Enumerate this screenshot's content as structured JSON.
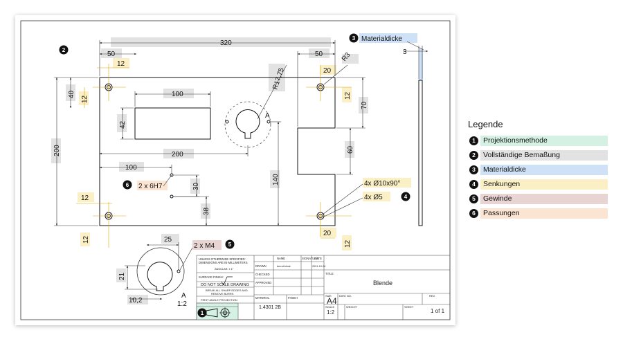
{
  "colors": {
    "green": "#d4f1e4",
    "gray": "#e2e2e2",
    "blue": "#cfe1f6",
    "yellow": "#fbefc6",
    "rose": "#e8d4d2",
    "peach": "#fbe5d2"
  },
  "markers": {
    "m1": "1",
    "m2": "2",
    "m3": "3",
    "m4": "4",
    "m5": "5",
    "m6": "6"
  },
  "dims": {
    "d320": "320",
    "d50_left": "50",
    "d50_right": "50",
    "d12_top": "12",
    "d12_left_v": "12",
    "d40": "40",
    "d100_top": "100",
    "d42": "42",
    "d200_h": "200",
    "d200_v": "200",
    "d100_mid": "100",
    "d30": "30",
    "d38": "38",
    "d140": "140",
    "d70": "70",
    "d60": "60",
    "d20_top": "20",
    "d12_right_v": "12",
    "d20_bottom": "20",
    "d12_bottom_right": "12",
    "d12_bottom_h": "12",
    "d12_bottom_v": "12",
    "r17": "R17,75",
    "r3": "R3",
    "label_a": "A",
    "thickness": "3",
    "counter_sink1": "4x Ø10x90°",
    "counter_sink2": "4x Ø5",
    "fit": "2 x 6H7",
    "thread": "2 x M4"
  },
  "detail": {
    "d25": "25",
    "d21": "21",
    "d10_2": "10,2",
    "section": "A",
    "scale": "1:2"
  },
  "callout_materialdicke": "Materialdicke",
  "title_block": {
    "note1": "UNLESS OTHERWISE SPECIFIED:",
    "note2": "DIMENSIONS ARE IN MILLIMETERS",
    "note3": "ANGULAR: ± 1°",
    "surface": "SURFACE FINISH:",
    "no_scale": "DO NOT SCALE DRAWING",
    "break1": "BREAK ALL SHARP EDGES AND",
    "break2": "REMOVE BURRS",
    "projection": "FIRST ANGLE PROJECTION",
    "col_name": "NAME",
    "col_signature": "SIGNATURE",
    "col_date": "DATE",
    "row_drawn": "DRAWN",
    "row_checked": "CHECKED",
    "row_approved": "APPROVED",
    "drawn_name": "bernd.block",
    "drawn_date": "2021-10-24",
    "material_label": "MATERIAL",
    "material": "1.4301 2B",
    "finish_label": "FINISH",
    "title_label": "TITLE:",
    "title": "Blende",
    "size_label": "SIZE",
    "size": "A4",
    "dwg_label": "DWG NO.",
    "rev_label": "REV.",
    "scale_label": "SCALE",
    "scale": "1:2",
    "weight_label": "WEIGHT",
    "sheet_label": "SHEET",
    "sheet": "1 of 1"
  },
  "legend": {
    "title": "Legende",
    "items": [
      {
        "num": "1",
        "label": "Projektionsmethode"
      },
      {
        "num": "2",
        "label": "Vollständige Bemaßung"
      },
      {
        "num": "3",
        "label": "Materialdicke"
      },
      {
        "num": "4",
        "label": "Senkungen"
      },
      {
        "num": "5",
        "label": "Gewinde"
      },
      {
        "num": "6",
        "label": "Passungen"
      }
    ]
  }
}
